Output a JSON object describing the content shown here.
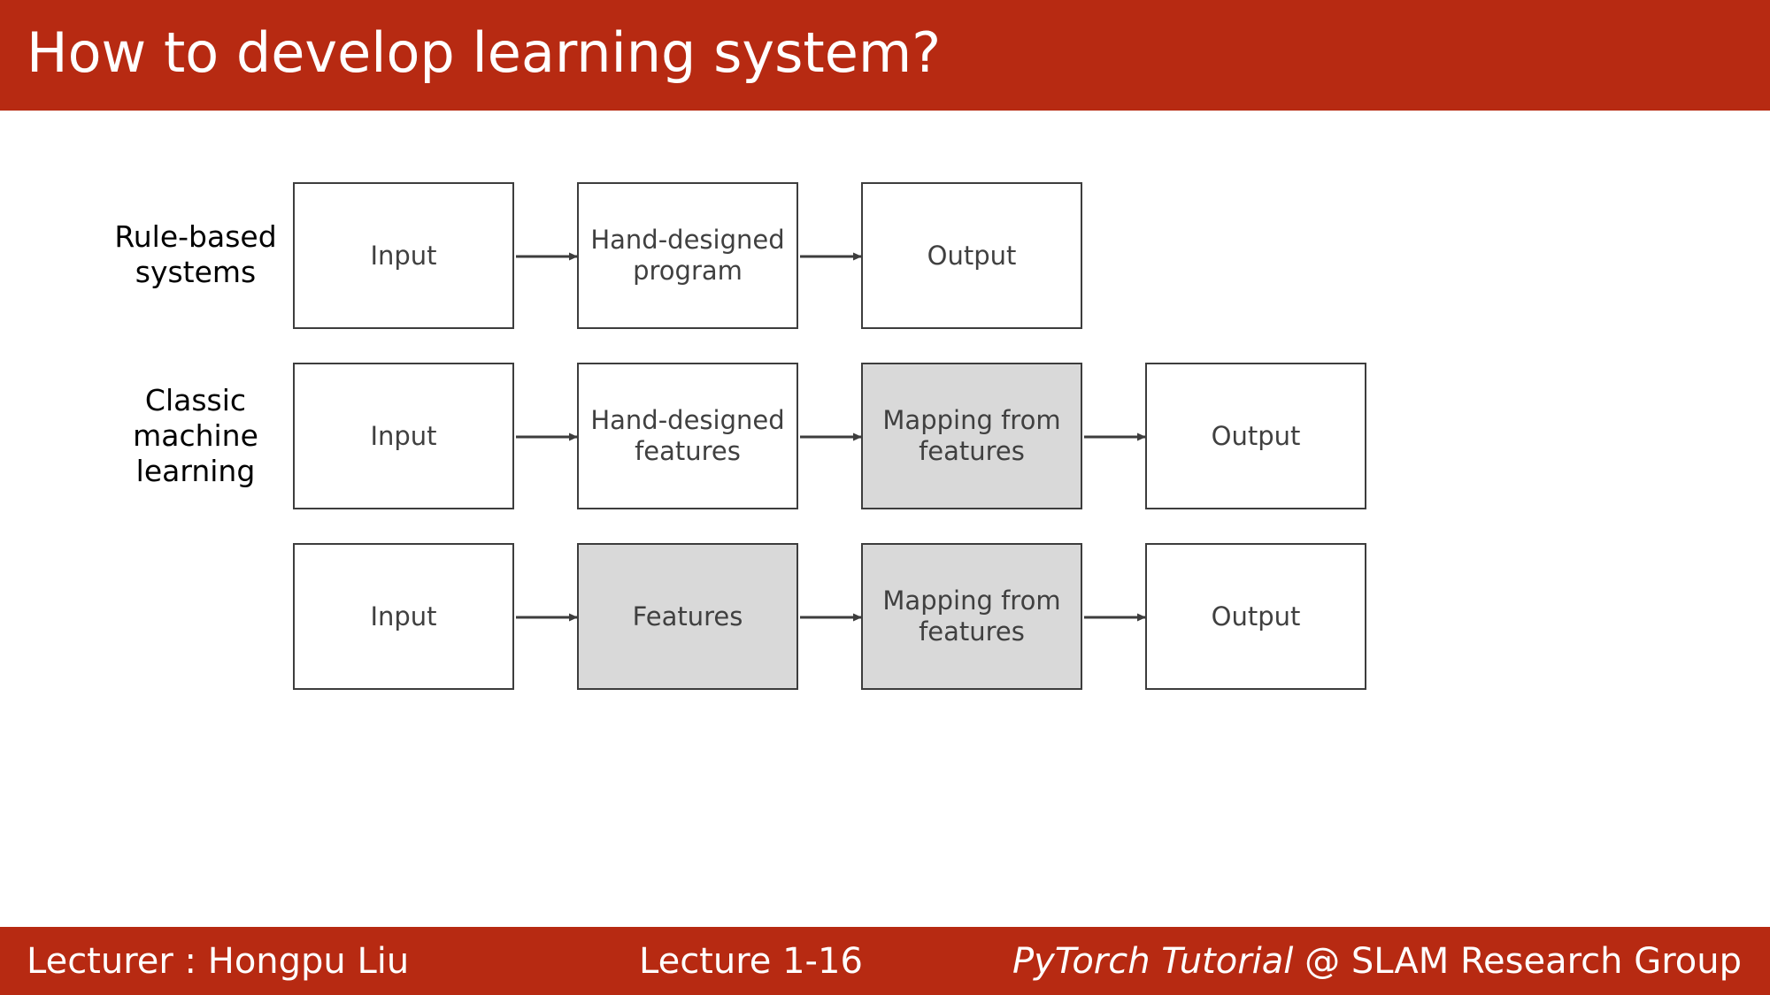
{
  "slide": {
    "title": "How to develop learning system?"
  },
  "row_labels": {
    "rule_based": "Rule-based\nsystems",
    "classic_ml": "Classic\nmachine\nlearning"
  },
  "diagram": {
    "rows": [
      {
        "boxes": [
          {
            "text": "Input",
            "shaded": false
          },
          {
            "text": "Hand-designed\nprogram",
            "shaded": false
          },
          {
            "text": "Output",
            "shaded": false
          }
        ]
      },
      {
        "boxes": [
          {
            "text": "Input",
            "shaded": false
          },
          {
            "text": "Hand-designed\nfeatures",
            "shaded": false
          },
          {
            "text": "Mapping from\nfeatures",
            "shaded": true
          },
          {
            "text": "Output",
            "shaded": false
          }
        ]
      },
      {
        "boxes": [
          {
            "text": "Input",
            "shaded": false
          },
          {
            "text": "Features",
            "shaded": true
          },
          {
            "text": "Mapping from\nfeatures",
            "shaded": true
          },
          {
            "text": "Output",
            "shaded": false
          }
        ]
      }
    ]
  },
  "footer": {
    "lecturer": "Lecturer : Hongpu Liu",
    "lecture": "Lecture 1-16",
    "course": "PyTorch Tutorial",
    "group": " @ SLAM Research Group"
  },
  "colors": {
    "header_bg": "#b72a12",
    "box_border": "#3d3d3d",
    "box_shaded": "#d9d9d9",
    "arrow": "#3d3d3d"
  }
}
